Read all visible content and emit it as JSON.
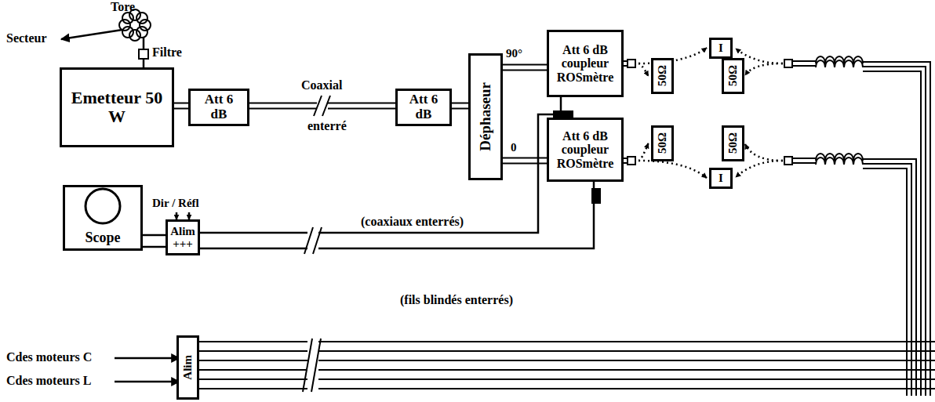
{
  "diagram": {
    "nodes": [
      {
        "text": [
          "Emetteur 50 W"
        ]
      },
      {
        "text": [
          "Att 6 dB"
        ]
      },
      {
        "text": [
          "Att 6 dB"
        ]
      },
      {
        "text": [
          "Déphaseur"
        ]
      },
      {
        "text": [
          "Att 6 dB coupleur ROSmètre"
        ]
      },
      {
        "text": [
          "Att 6 dB coupleur ROSmètre"
        ]
      },
      {
        "text": [
          "Scope"
        ]
      },
      {
        "text": [
          "Alim",
          "+++"
        ]
      },
      {
        "text": [
          "Alim"
        ]
      },
      {
        "text": [
          "I"
        ]
      },
      {
        "text": [
          "50Ω"
        ]
      },
      {
        "text": [
          "50Ω"
        ]
      },
      {
        "text": [
          "50Ω"
        ]
      },
      {
        "text": [
          "50Ω"
        ]
      },
      {
        "text": [
          "I"
        ]
      },
      {
        "text": [
          "Filtre"
        ]
      }
    ],
    "edges": [
      {
        "from": 15,
        "to": 0,
        "arrow": "none"
      },
      {
        "from": 0,
        "to": 1,
        "arrow": "none"
      },
      {
        "from": 1,
        "to": 2,
        "arrow": "none"
      },
      {
        "from": 2,
        "to": 3,
        "arrow": "none"
      },
      {
        "from": 3,
        "to": 4,
        "arrow": "none"
      },
      {
        "from": 3,
        "to": 5,
        "arrow": "none"
      },
      {
        "from": 4,
        "to": 7,
        "arrow": "none"
      },
      {
        "from": 5,
        "to": 7,
        "arrow": "none"
      },
      {
        "from": 6,
        "to": 7,
        "arrow": "none"
      },
      {
        "from": 4,
        "to": 9,
        "arrow": "to"
      },
      {
        "from": 4,
        "to": 10,
        "arrow": "to"
      },
      {
        "from": 5,
        "to": 12,
        "arrow": "to"
      },
      {
        "from": 5,
        "to": 14,
        "arrow": "to"
      }
    ],
    "labels": [
      "Tore",
      "Secteur",
      "Coaxial",
      "enterré",
      "90°",
      "0",
      "Dir / Réfl",
      "(coaxiaux enterrés)",
      "Cdes moteurs C",
      "Cdes moteurs L",
      "(fils blindés enterrés)"
    ]
  }
}
